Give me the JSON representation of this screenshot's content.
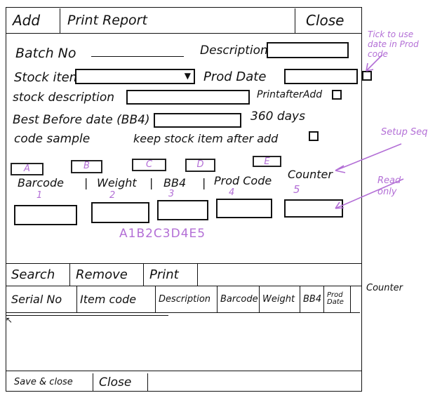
{
  "toolbar": {
    "add": "Add",
    "print_report": "Print Report",
    "close": "Close"
  },
  "form": {
    "batch_no": "Batch No",
    "description": "Description",
    "stock_item": "Stock item",
    "prod_date": "Prod Date",
    "stock_description": "stock description",
    "print_after_add": "PrintafterAdd",
    "best_before": "Best Before date (BB4)",
    "days": "360 days",
    "code_sample": "code sample",
    "keep_stock_item": "keep stock item after add"
  },
  "sequence": {
    "letters": [
      "A",
      "B",
      "C",
      "D",
      "E"
    ],
    "labels": [
      "Barcode",
      "Weight",
      "BB4",
      "Prod Code",
      "Counter"
    ],
    "separator": "|",
    "numbers": [
      "1",
      "2",
      "3",
      "4",
      "5"
    ],
    "sample": "A1B2C3D4E5"
  },
  "actions": {
    "search": "Search",
    "remove": "Remove",
    "print": "Print"
  },
  "table": {
    "columns": [
      "Serial No",
      "Item code",
      "Description",
      "Barcode",
      "Weight",
      "BB4",
      "Prod Date"
    ]
  },
  "footer": {
    "save_close": "Save & close",
    "close": "Close"
  },
  "annotations": {
    "tick": "Tick to use date in Prod code",
    "setup": "Setup Seq",
    "readonly": "Read only",
    "counter": "Counter"
  },
  "colors": {
    "annotation": "#b36fd6",
    "ink": "#111111"
  }
}
